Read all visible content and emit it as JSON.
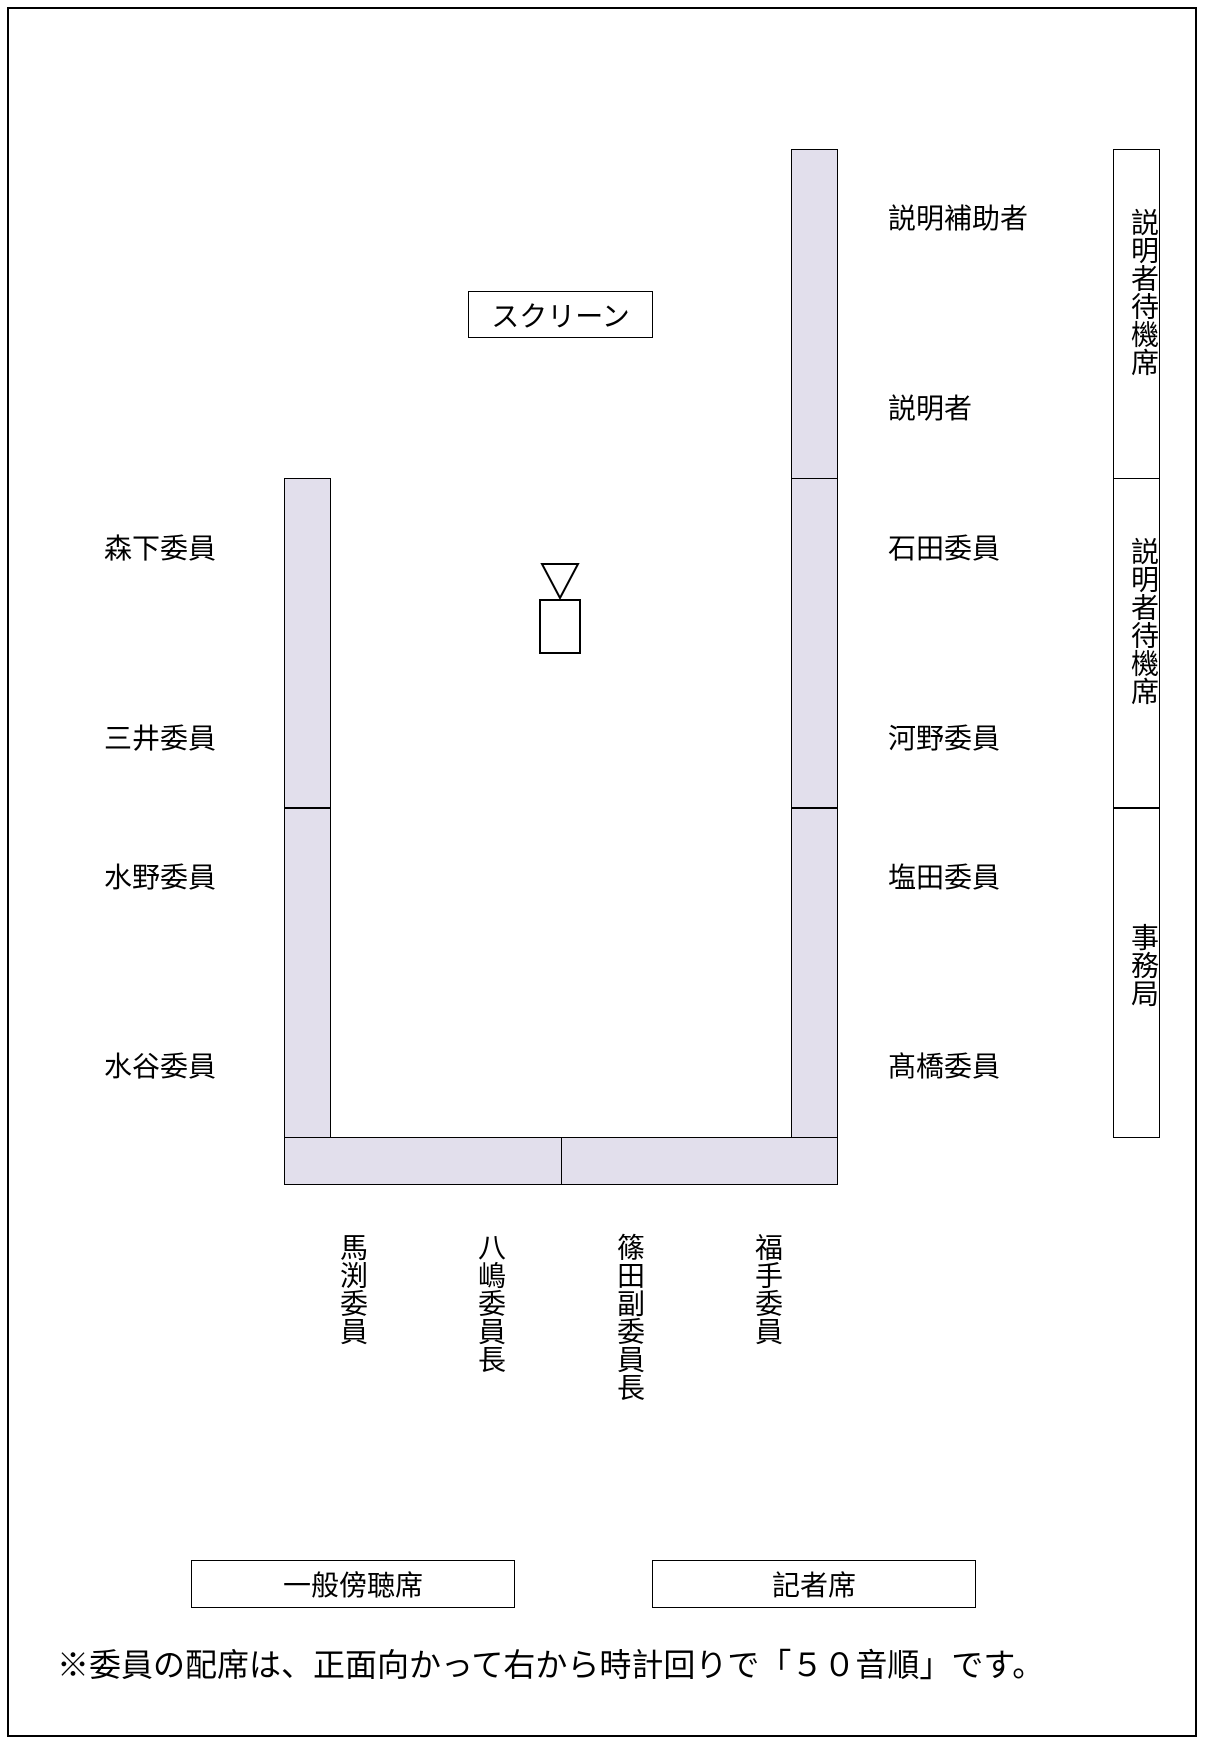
{
  "screen_label": "スクリーン",
  "right_side": {
    "assistant_label": "説明補助者",
    "explainer_label": "説明者",
    "members": [
      "石田委員",
      "河野委員",
      "塩田委員",
      "髙橋委員"
    ]
  },
  "left_side": {
    "members": [
      "森下委員",
      "三井委員",
      "水野委員",
      "水谷委員"
    ]
  },
  "front_row": [
    "馬渕委員",
    "八嶋委員長",
    "篠田副委員長",
    "福手委員"
  ],
  "side_boxes": [
    "説明者待機席",
    "説明者待機席",
    "事務局"
  ],
  "bottom_boxes": {
    "public": "一般傍聴席",
    "press": "記者席"
  },
  "footnote": "※委員の配席は、正面向かって右から時計回りで「５０音順」です。"
}
